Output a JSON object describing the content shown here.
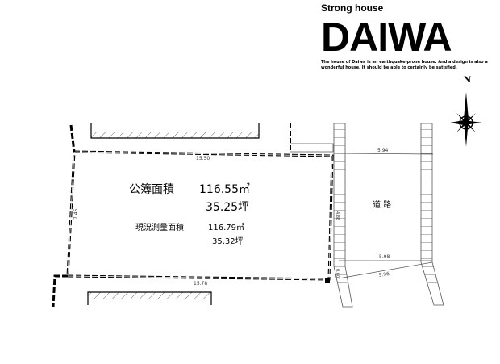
{
  "logo": {
    "tagline": "Strong house",
    "brand": "DAIWA",
    "motto": "The house of Daiwa is an earthquake-prone house. And a design is also a wonderful house. It should be able to certainly be satisfied."
  },
  "compass": {
    "north_label": "N"
  },
  "lot": {
    "registered_area_label": "公簿面積",
    "registered_area_sqm": "116.55㎡",
    "registered_area_tsubo": "35.25坪",
    "surveyed_area_label": "現況測量面積",
    "surveyed_area_sqm": "116.79㎡",
    "surveyed_area_tsubo": "35.32坪"
  },
  "dimensions": {
    "top": "15.50",
    "bottom": "15.78",
    "left": "7.45",
    "right_upper": "4.88",
    "right_lower": "0.60",
    "road_top": "5.94",
    "road_middle": "5.98",
    "road_bottom": "5.96"
  },
  "road": {
    "label": "道 路"
  }
}
